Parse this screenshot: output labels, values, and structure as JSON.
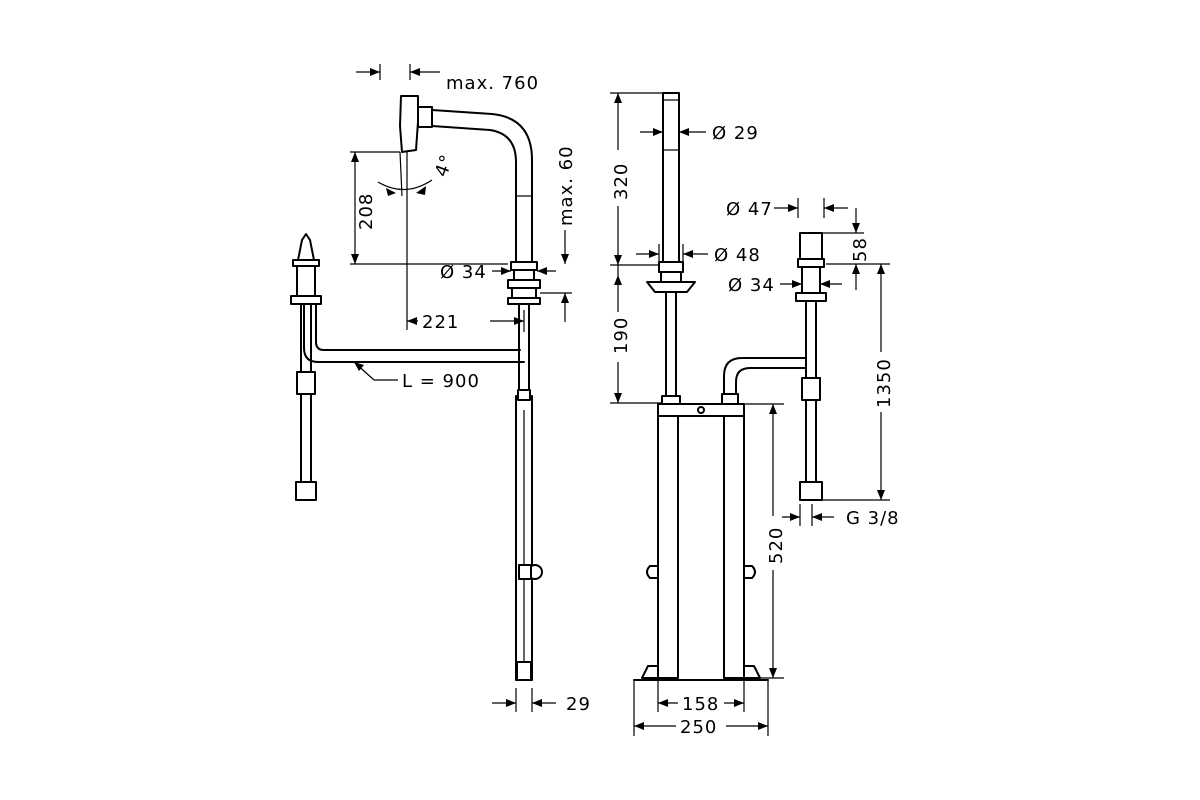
{
  "labels": {
    "max_760": "max. 760",
    "max_60": "max. 60",
    "angle_4": "4°",
    "dim_208": "208",
    "dia_34_left": "Ø 34",
    "dim_221": "221",
    "hose_length": "L = 900",
    "dim_29_bottom": "29",
    "dim_320": "320",
    "dia_29": "Ø 29",
    "dia_48": "Ø 48",
    "dim_190": "190",
    "dia_47": "Ø 47",
    "dim_58": "58",
    "dia_34_right": "Ø 34",
    "dim_1350": "1350",
    "thread_g38": "G 3/8",
    "dim_520": "520",
    "dim_158": "158",
    "dim_250": "250"
  }
}
